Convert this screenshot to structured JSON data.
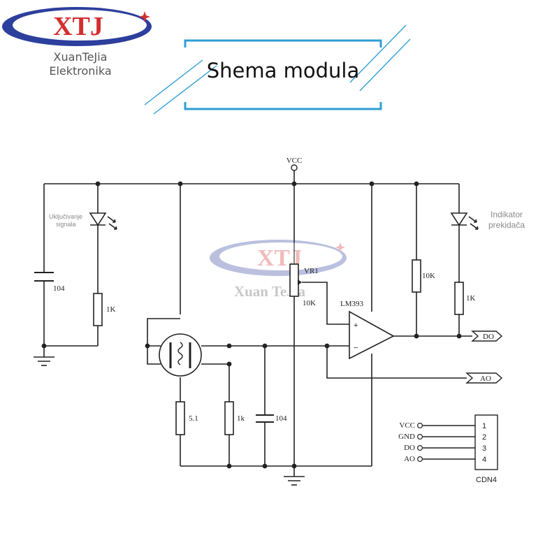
{
  "header": {
    "logo_text": "XTJ",
    "company_line1": "XuanTeJia",
    "company_line2": "Elektronika",
    "title": "Shema modula"
  },
  "watermark": {
    "logo_text": "XTJ",
    "text": "Xuan TeJia"
  },
  "schematic": {
    "vcc_label": "VCC",
    "led_left_note": [
      "Uključivanje",
      "signala"
    ],
    "led_right_note": [
      "Indikator",
      "prekidača"
    ],
    "cap_left_value": "104",
    "res_led_left_value": "1K",
    "pot_name": "VR1",
    "pot_value": "10K",
    "comparator_label": "LM393",
    "comparator_plus": "+",
    "comparator_minus": "−",
    "res_pullup_value": "10K",
    "res_led_right_value": "1K",
    "res_51_value": "5.1",
    "res_1k_value": "1k",
    "cap_bottom_value": "104",
    "out_do_label": "DO",
    "out_ao_label": "AO"
  },
  "connector": {
    "name": "CDN4",
    "pins": [
      {
        "label": "VCC",
        "number": "1"
      },
      {
        "label": "GND",
        "number": "2"
      },
      {
        "label": "DO",
        "number": "3"
      },
      {
        "label": "AO",
        "number": "4"
      }
    ]
  }
}
